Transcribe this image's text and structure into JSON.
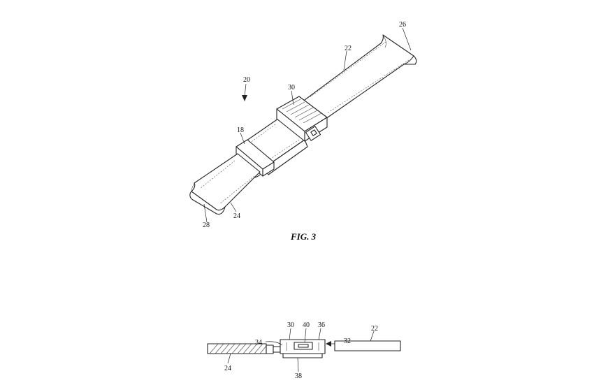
{
  "figure3": {
    "caption": "FIG. 3",
    "refs": {
      "assembly": "20",
      "band_upper": "22",
      "band_lower": "24",
      "end_upper": "26",
      "end_lower": "28",
      "housing": "30",
      "loop": "18"
    }
  },
  "figure4": {
    "refs": {
      "housing": "30",
      "port": "40",
      "side_right": "36",
      "side_left": "34",
      "connector": "32",
      "band_right": "22",
      "band_left": "24",
      "bottom": "38"
    }
  }
}
